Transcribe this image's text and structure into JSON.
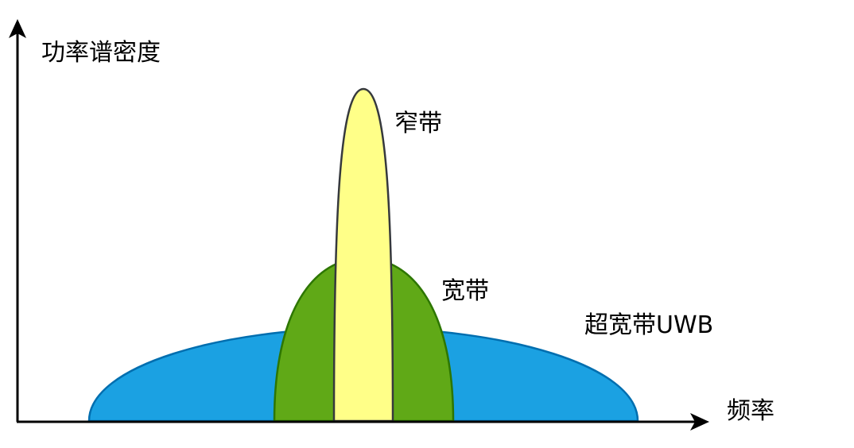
{
  "axes": {
    "y_label": "功率谱密度",
    "x_label": "频率"
  },
  "bands": [
    {
      "label": "超宽带UWB",
      "fill": "#1ba1e2",
      "stroke": "#006eaf"
    },
    {
      "label": "宽带",
      "fill": "#60a917",
      "stroke": "#2d7600"
    },
    {
      "label": "窄带",
      "fill": "#ffff88",
      "stroke": "#36393d"
    }
  ]
}
